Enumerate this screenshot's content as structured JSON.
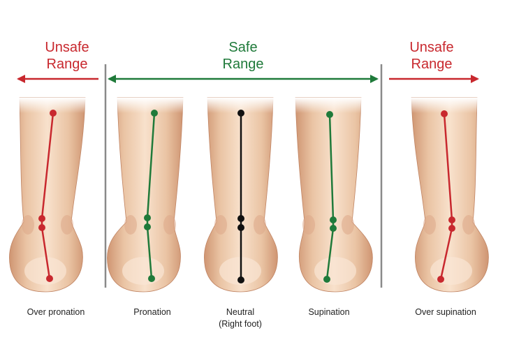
{
  "headers": {
    "left_unsafe": {
      "line1": "Unsafe",
      "line2": "Range"
    },
    "safe": {
      "line1": "Safe",
      "line2": "Range"
    },
    "right_unsafe": {
      "line1": "Unsafe",
      "line2": "Range"
    }
  },
  "captions": [
    {
      "line1": "Over pronation",
      "line2": ""
    },
    {
      "line1": "Pronation",
      "line2": ""
    },
    {
      "line1": "Neutral",
      "line2": "(Right foot)"
    },
    {
      "line1": "Supination",
      "line2": ""
    },
    {
      "line1": "Over supination",
      "line2": ""
    }
  ],
  "colors": {
    "unsafe": "#c8282e",
    "safe": "#1f7a3a",
    "neutral": "#111111",
    "divider": "#8a8a8a",
    "skin_light": "#f6dcc4",
    "skin_mid": "#e9bf9c",
    "skin_dark": "#c98d68",
    "caption": "#222222"
  }
}
